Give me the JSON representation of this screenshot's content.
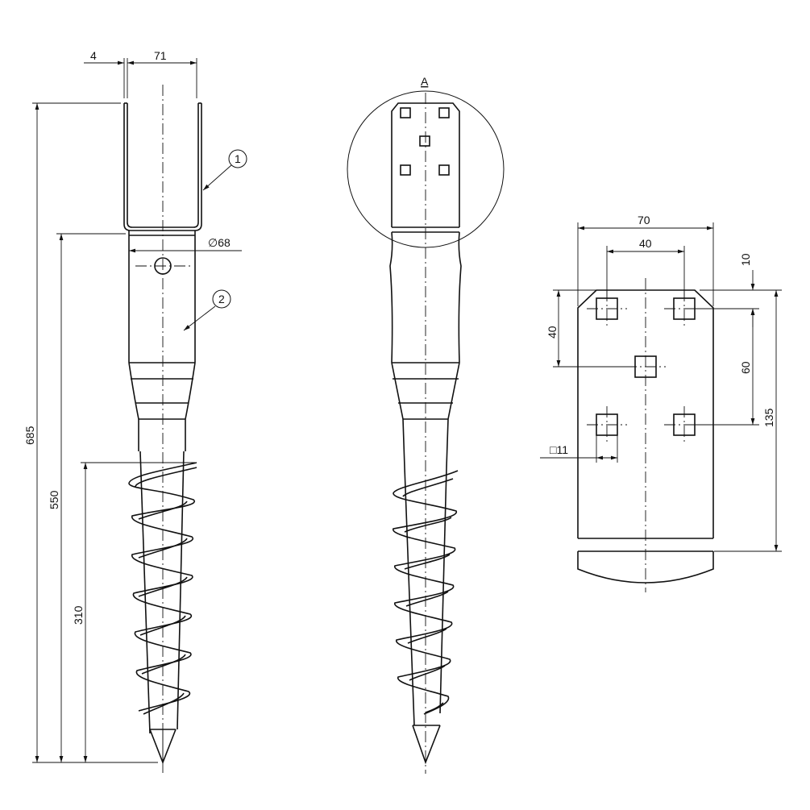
{
  "left_view": {
    "dims": {
      "wall": "4",
      "inner": "71",
      "total_height": "685",
      "below_bracket": "550",
      "screw_length": "310",
      "diameter": "∅68"
    },
    "callouts": [
      "1",
      "2"
    ]
  },
  "middle_view": {
    "label": "A"
  },
  "detail_view": {
    "dims": {
      "width": "70",
      "hole_spacing": "40",
      "top_offset": "10",
      "hole_vertical": "40",
      "vertical_spacing": "60",
      "plate_height": "135",
      "hole_size": "□11"
    }
  }
}
